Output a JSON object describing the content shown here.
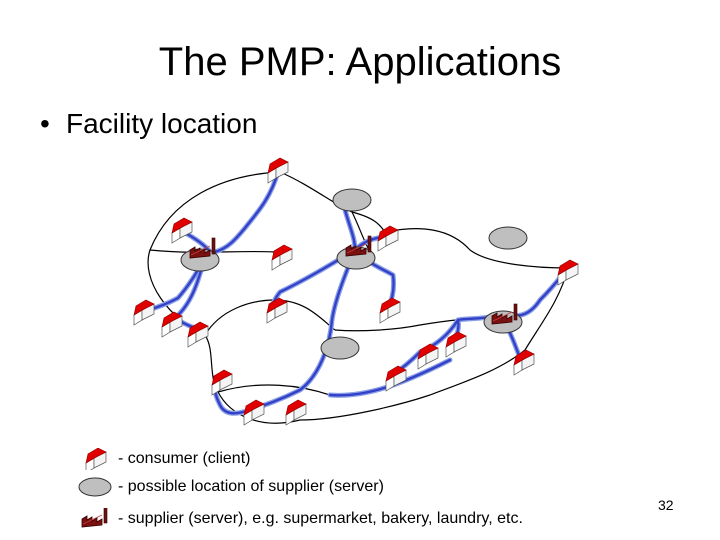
{
  "slide": {
    "title": "The PMP: Applications",
    "bullet": "Facility location",
    "bullet_marker": "•",
    "page_number": "32"
  },
  "legend": [
    {
      "symbol": "consumer",
      "text": "- consumer (client)"
    },
    {
      "symbol": "possible-site",
      "text": "- possible location of supplier (server)"
    },
    {
      "symbol": "supplier",
      "text": "- supplier (server), e.g. supermarket, bakery, laundry, etc."
    }
  ],
  "colors": {
    "road": "#000000",
    "route": "#3340c8",
    "route_halo": "#8aa0e6",
    "roof": "#e00000",
    "house_wall": "#ffffff",
    "site_fill": "#bfbfbf",
    "factory": "#7a1010"
  },
  "icons": [
    "house-icon",
    "site-ellipse-icon",
    "factory-icon"
  ]
}
